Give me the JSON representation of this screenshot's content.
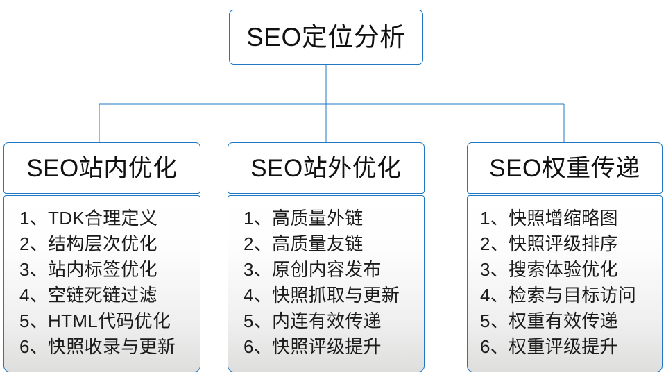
{
  "diagram": {
    "type": "org-tree",
    "accent_color": "#1f78c1",
    "text_color": "#111111",
    "body_gradient_top": "#ffffff",
    "body_gradient_bottom": "#dededd",
    "root": {
      "label": "SEO定位分析"
    },
    "branches": [
      {
        "header": "SEO站内优化",
        "items": [
          "1、TDK合理定义",
          "2、结构层次优化",
          "3、站内标签优化",
          "4、空链死链过滤",
          "5、HTML代码优化",
          "6、快照收录与更新"
        ]
      },
      {
        "header": "SEO站外优化",
        "items": [
          "1、高质量外链",
          "2、高质量友链",
          "3、原创内容发布",
          "4、快照抓取与更新",
          "5、内连有效传递",
          "6、快照评级提升"
        ]
      },
      {
        "header": "SEO权重传递",
        "items": [
          "1、快照增缩略图",
          "2、快照评级排序",
          "3、搜索体验优化",
          "4、检索与目标访问",
          "5、权重有效传递",
          "6、权重评级提升"
        ]
      }
    ]
  }
}
